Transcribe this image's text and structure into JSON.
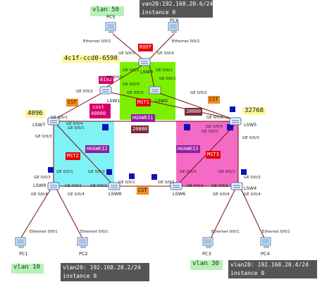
{
  "colors": {
    "green_region": "#7cf000",
    "cyan_region": "#7ff2f6",
    "pink_region": "#f56ac4",
    "orange_tag": "#f08a20",
    "red_tag": "#e80000",
    "magenta_tag": "#d6006a",
    "purple_tag": "#8f1fa0",
    "dark_tag": "#7a2a3a",
    "blue_square": "#1010b8",
    "dark_box": "#555555",
    "yellow_note": "#fff79a",
    "vlan_green": "#b8f0b8"
  },
  "notes": {
    "vlan50": "vlan 50",
    "vlan10": "vlan 10",
    "vlan30": "vlan 30",
    "bridge_id": "4c1f-ccd0-6598",
    "prio_lsw7": "4096",
    "prio_lsw5": "32768"
  },
  "dark_boxes": {
    "top_line1": "van20:192.168.20.6/24",
    "top_line2": "instance 0",
    "left_line1": "vlan20: 192.168.20.2/24",
    "left_line2": "instance 0",
    "right_line1": "vlan20: 192.168.20.4/24",
    "right_line2": "instance 0"
  },
  "tags": {
    "root_top": "ROOT",
    "num_8192": "8192",
    "cst_left": "CST",
    "cost": "cost",
    "cost_value": "40000",
    "mst_center": "MST1",
    "huawei_center": "HUAWEI1",
    "cost_center": "20000",
    "cost_right": "20000",
    "cst_right": "CST",
    "huawei_left": "HUAWEI2",
    "mst_left": "MST2",
    "huawei_right": "HUAWEI3",
    "mst_right": "MST3",
    "cst_bottom": "CST"
  },
  "devices": {
    "pc5": "PC5",
    "pc6": "PC6",
    "pc1": "PC1",
    "pc2": "PC2",
    "pc3": "PC3",
    "pc4": "PC4",
    "lsw1": "LSW1",
    "lsw2": "LSW2",
    "lsw3": "LSW3",
    "lsw4": "LSW4",
    "lsw5": "LSW5",
    "lsw6": "LSW6",
    "lsw7": "LSW7",
    "lsw8": "LSW8",
    "lsw9": "LSW9"
  },
  "ports": {
    "eth": "Ethernet 0/0/1",
    "ge1": "GE 0/0/1",
    "ge2": "GE 0/0/2",
    "ge3": "GE 0/0/3",
    "ge4": "GE 0/0/4"
  }
}
